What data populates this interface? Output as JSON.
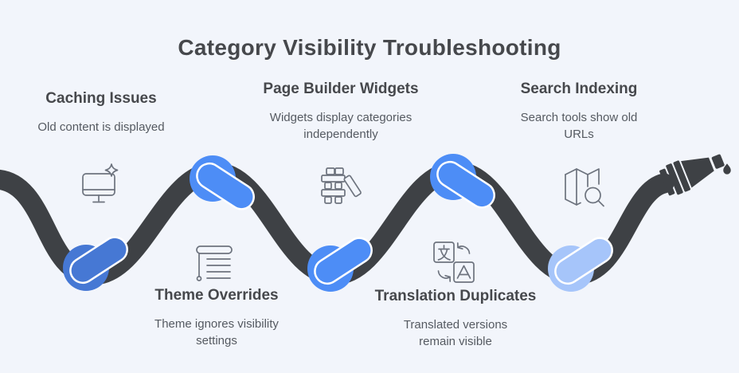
{
  "title": "Category Visibility Troubleshooting",
  "sections": {
    "caching": {
      "heading": "Caching Issues",
      "desc": "Old content is displayed",
      "icon": "monitor-sparkle-icon"
    },
    "page_builder": {
      "heading": "Page Builder Widgets",
      "desc": "Widgets display categories independently",
      "icon": "stacked-blocks-icon"
    },
    "search": {
      "heading": "Search Indexing",
      "desc": "Search tools show old URLs",
      "icon": "map-magnifier-icon"
    },
    "theme": {
      "heading": "Theme Overrides",
      "desc": "Theme ignores visibility settings",
      "icon": "window-blind-icon"
    },
    "translation": {
      "heading": "Translation Duplicates",
      "desc": "Translated versions remain visible",
      "icon": "translate-icon"
    }
  },
  "colors": {
    "background": "#f2f5fb",
    "hose": "#3e4145",
    "knot_medium_blue": "#4678d4",
    "knot_bright_blue": "#4d8df6",
    "knot_light_blue": "#a6c5fa",
    "icon_stroke": "#6d737e",
    "heading_text": "#46484c",
    "desc_text": "#555a61"
  }
}
